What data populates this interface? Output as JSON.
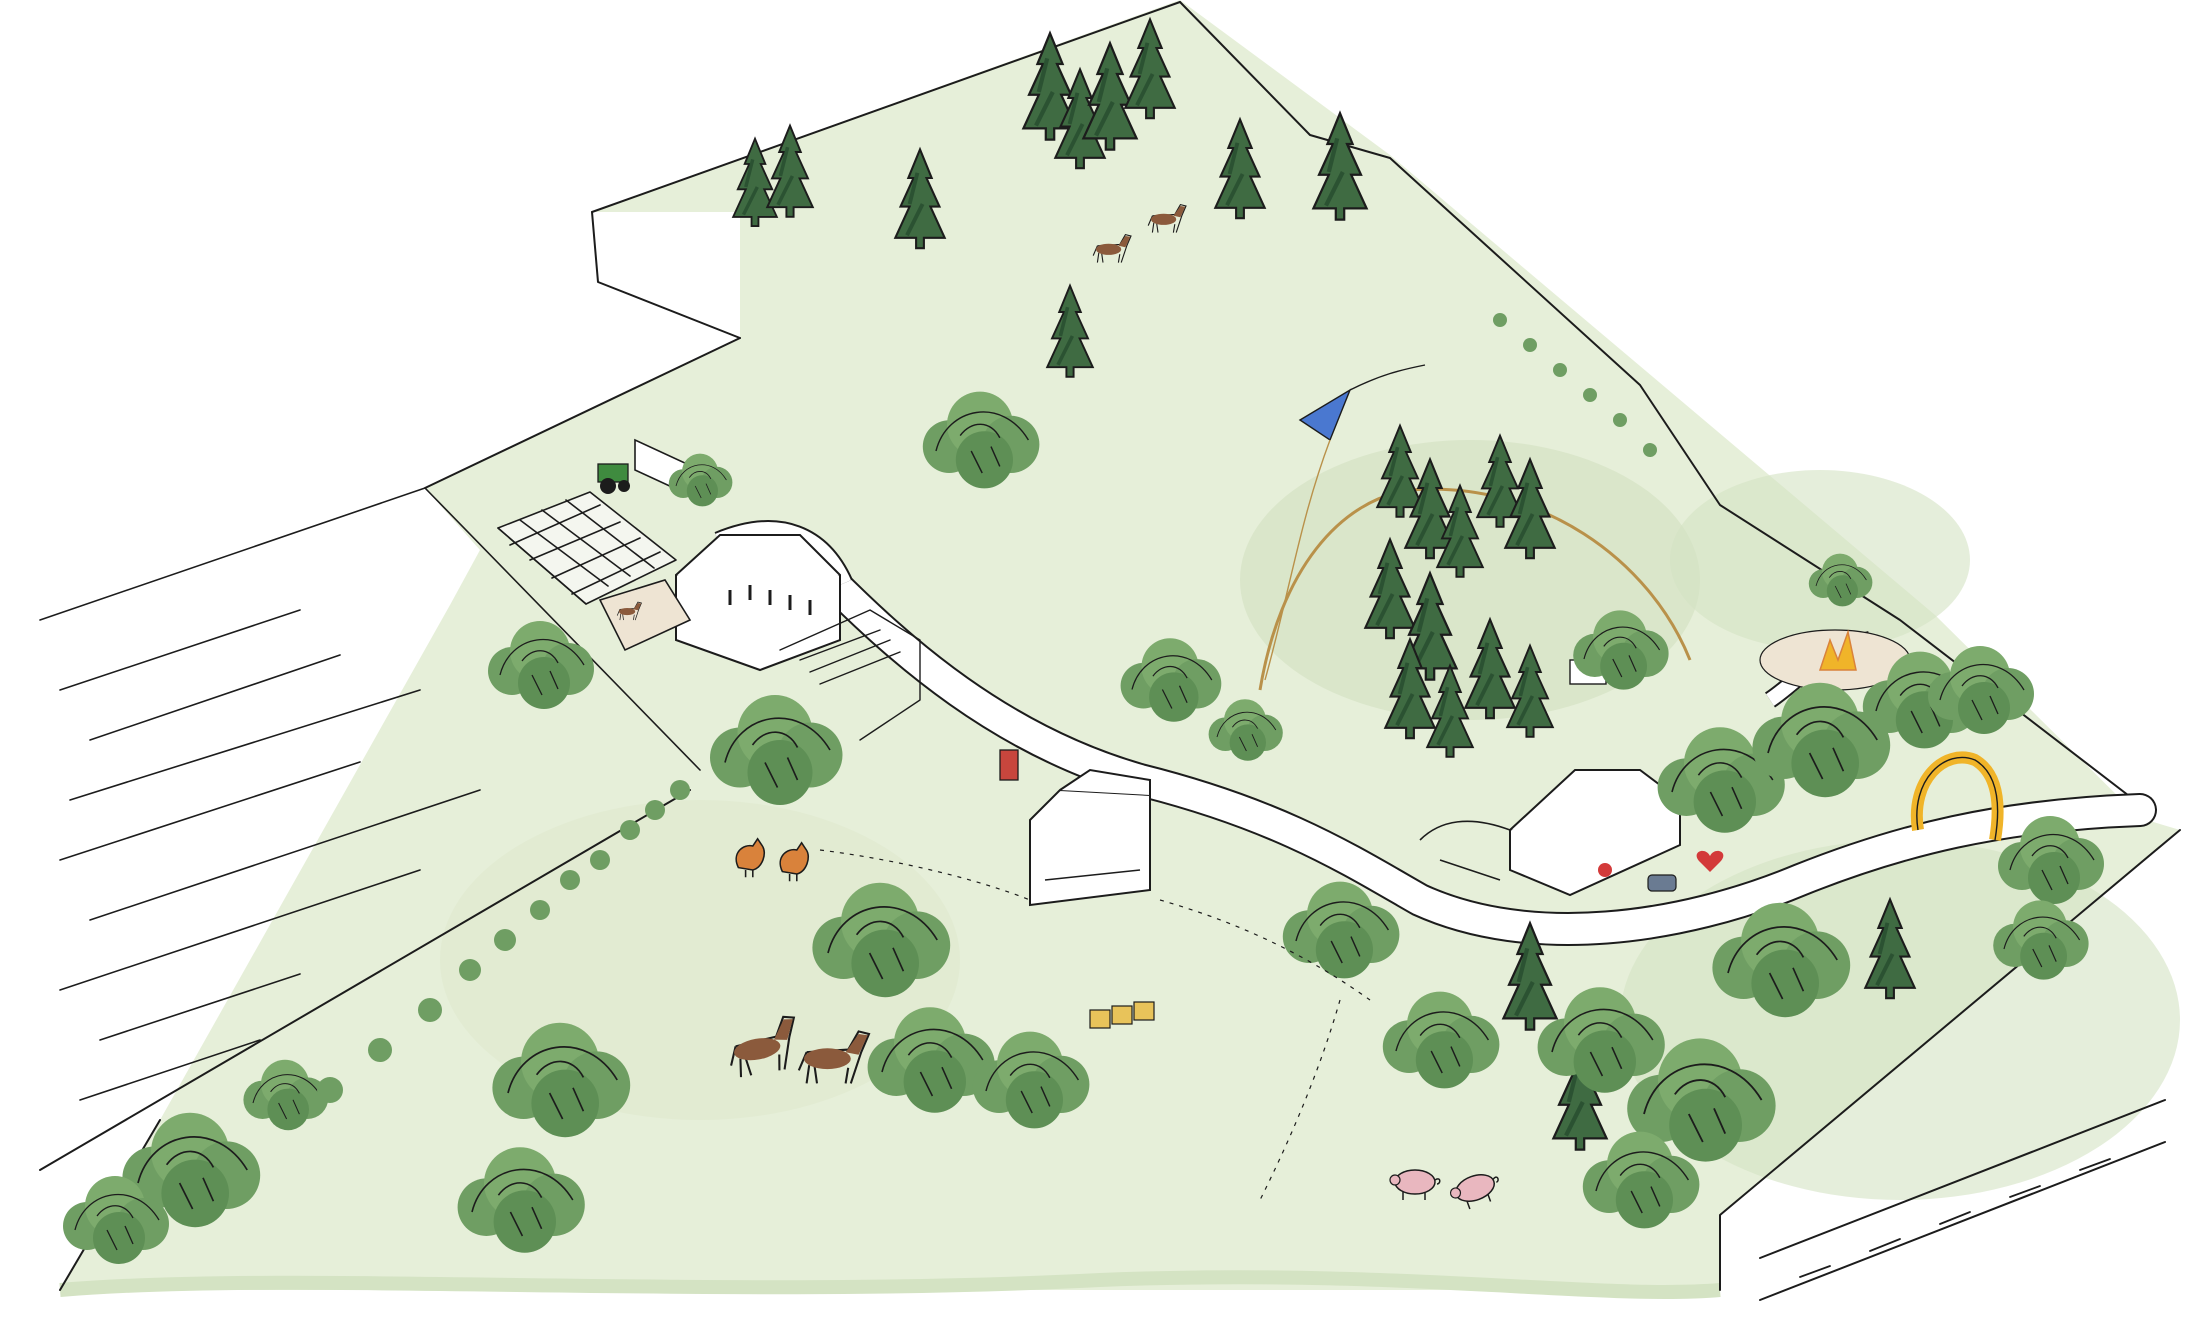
{
  "map": {
    "style": "hand-drawn illustrated farm site plan",
    "colors": {
      "meadow": "#e6efd9",
      "meadow_shade": "#d4e3c3",
      "deciduous": "#6f9e63",
      "deciduous_dark": "#4d7f47",
      "conifer": "#3f6b42",
      "conifer_dark": "#2b5232",
      "path": "#ffffff",
      "ink": "#1c1c1c",
      "sand": "#eee4d3",
      "horse": "#8b5a3c",
      "pig": "#e9b7bf",
      "kite": "#4a78d0",
      "arch": "#f0b429",
      "hen": "#d9823b"
    },
    "features": [
      {
        "name": "farmhouse",
        "icon": "building"
      },
      {
        "name": "greenhouse",
        "icon": "greenhouse"
      },
      {
        "name": "barn",
        "icon": "barn"
      },
      {
        "name": "hall",
        "icon": "building"
      },
      {
        "name": "horses",
        "icon": "horse"
      },
      {
        "name": "pigs",
        "icon": "pig"
      },
      {
        "name": "chickens",
        "icon": "hen"
      },
      {
        "name": "kite",
        "icon": "kite"
      },
      {
        "name": "campfire",
        "icon": "fire"
      },
      {
        "name": "arch",
        "icon": "arch"
      },
      {
        "name": "tractor",
        "icon": "tractor"
      },
      {
        "name": "beehives",
        "icon": "beehive"
      },
      {
        "name": "road",
        "icon": "road"
      }
    ]
  }
}
